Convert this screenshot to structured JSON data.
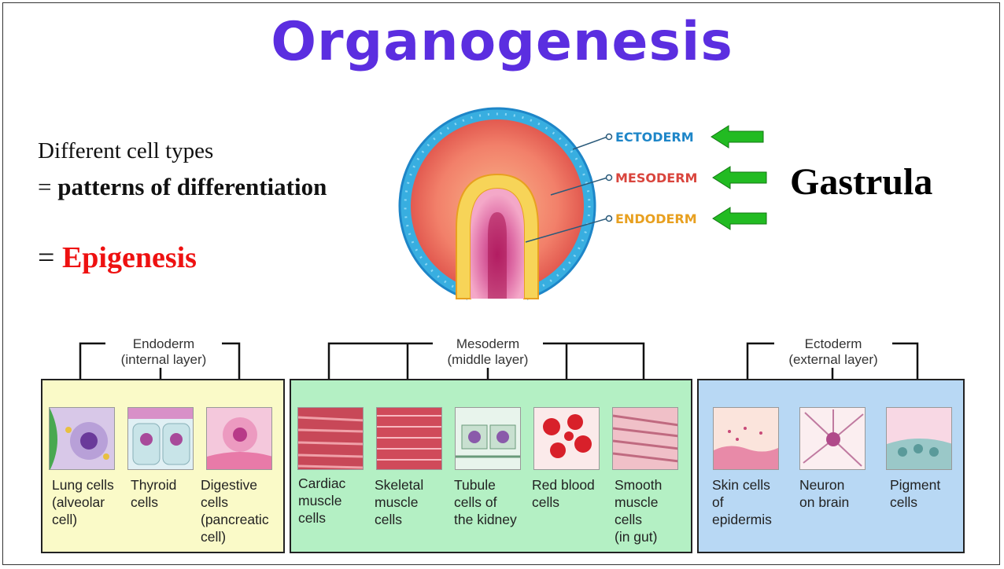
{
  "title": "Organogenesis",
  "left_text": {
    "line1": "Different cell types",
    "line2_prefix": "= ",
    "line2_bold": "patterns of differentiation",
    "line3_prefix": "= ",
    "line3_red": "Epigenesis"
  },
  "gastrula_label": "Gastrula",
  "layers": {
    "ectoderm": "ECTODERM",
    "mesoderm": "MESODERM",
    "endoderm": "ENDODERM"
  },
  "colors": {
    "title": "#5b2ee0",
    "epigenesis": "#ee1111",
    "ectoderm": "#1e86c8",
    "mesoderm": "#d9453d",
    "endoderm": "#e8a020",
    "arrow": "#22bb22",
    "endoderm_box": "#fafac8",
    "mesoderm_box": "#b4f0c4",
    "ectoderm_box": "#b8d8f4"
  },
  "groups": {
    "endoderm": {
      "name": "Endoderm",
      "sub": "(internal layer)",
      "cells": [
        "Lung cells\n(alveolar\ncell)",
        "Thyroid\ncells",
        "Digestive\ncells\n(pancreatic\ncell)"
      ]
    },
    "mesoderm": {
      "name": "Mesoderm",
      "sub": "(middle layer)",
      "cells": [
        "Cardiac\nmuscle\ncells",
        "Skeletal\nmuscle\ncells",
        "Tubule\ncells of\nthe kidney",
        "Red blood\ncells",
        "Smooth\nmuscle\ncells\n(in gut)"
      ]
    },
    "ectoderm": {
      "name": "Ectoderm",
      "sub": "(external layer)",
      "cells": [
        "Skin cells\nof\nepidermis",
        "Neuron\non brain",
        "Pigment\ncells"
      ]
    }
  }
}
